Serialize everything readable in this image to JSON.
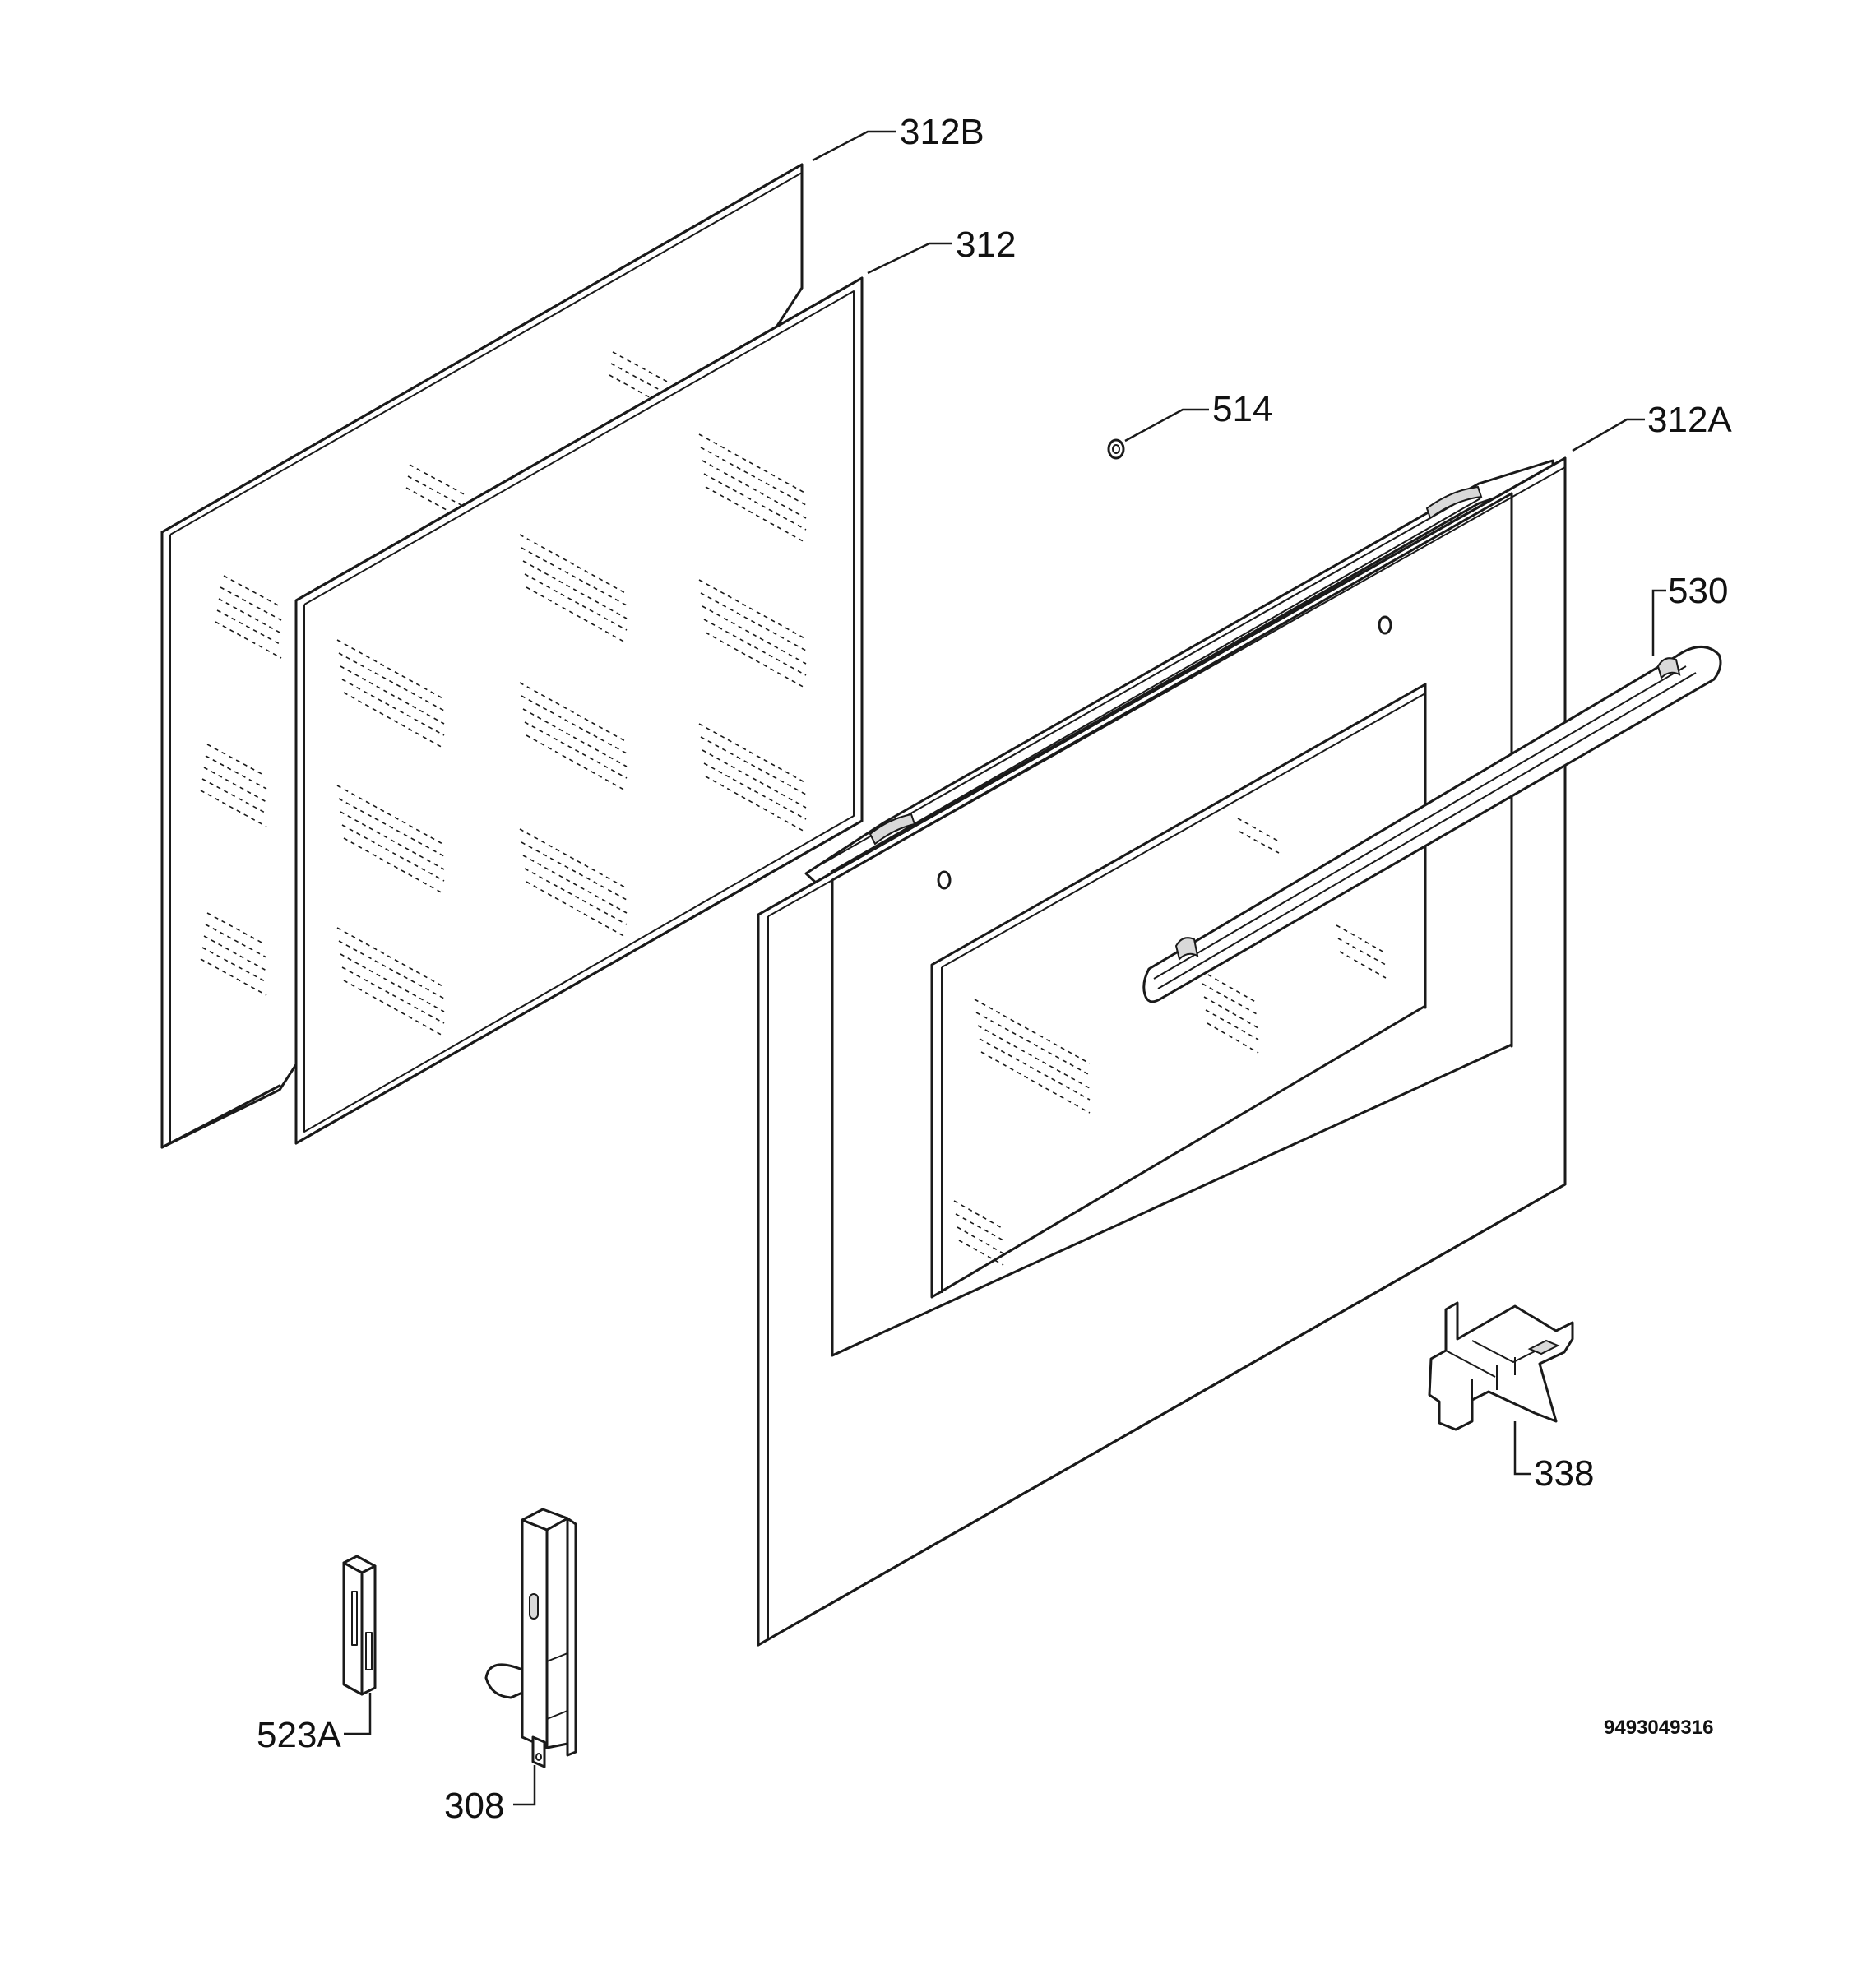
{
  "labels": {
    "part_312B": "312B",
    "part_312": "312",
    "part_514": "514",
    "part_312A": "312A",
    "part_530": "530",
    "part_338": "338",
    "part_523A": "523A",
    "part_308": "308"
  },
  "document_id": "9493049316"
}
